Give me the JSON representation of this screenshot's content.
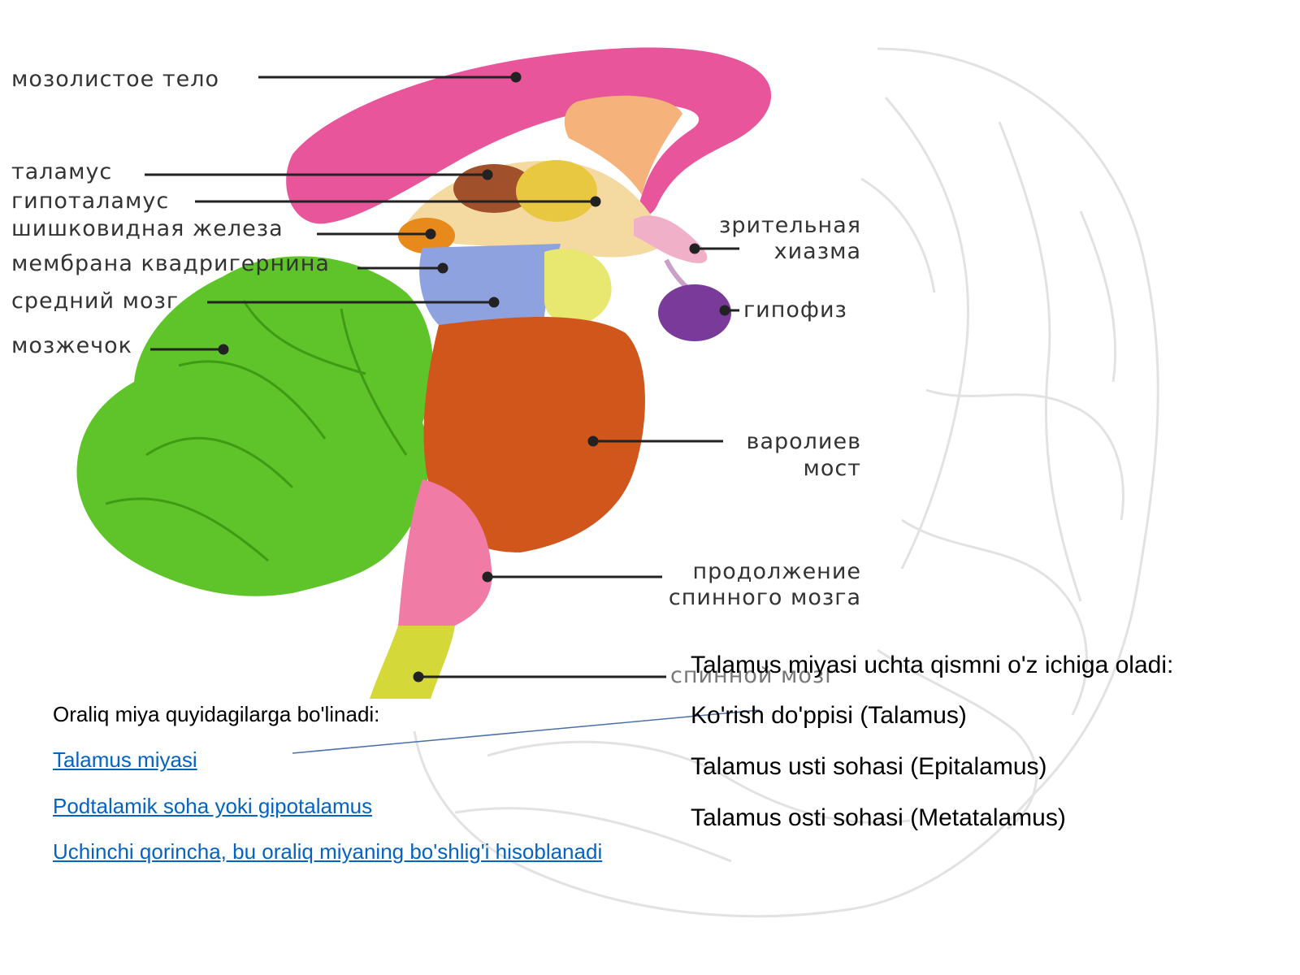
{
  "diagram": {
    "labels": {
      "corpus_callosum": "мозолистое тело",
      "thalamus": "таламус",
      "hypothalamus": "гипоталамус",
      "pineal": "шишковидная железа",
      "quadrigeminal": "мембрана квадригернина",
      "midbrain": "средний мозг",
      "cerebellum": "мозжечок",
      "optic_chiasm_1": "зрительная",
      "optic_chiasm_2": "хиазма",
      "pituitary": "гипофиз",
      "pons_1": "варолиев",
      "pons_2": "мост",
      "medulla_1": "продолжение",
      "medulla_2": "спинного мозга",
      "spinal_cord": "спинной мозг"
    }
  },
  "left_text": {
    "intro": "Oraliq miya quyidagilarga bo'linadi:",
    "links": [
      "Talamus miyasi",
      "Podtalamik soha yoki gipotalamus",
      "Uchinchi qorincha, bu oraliq miyaning bo'shlig'i hisoblanadi"
    ]
  },
  "right_text": {
    "heading": "Talamus miyasi uchta qismni o'z ichiga oladi:",
    "items": [
      "Ko'rish do'ppisi (Talamus)",
      "Talamus usti sohasi (Epitalamus)",
      "Talamus osti sohasi (Metatalamus)"
    ]
  },
  "colors": {
    "corpus_callosum": "#e8559a",
    "cerebellum": "#5ec42a",
    "pons": "#d0561c",
    "midbrain": "#8fa2e0",
    "pituitary": "#7a3a9a",
    "medulla": "#f07ba4",
    "link": "#0563c1"
  }
}
